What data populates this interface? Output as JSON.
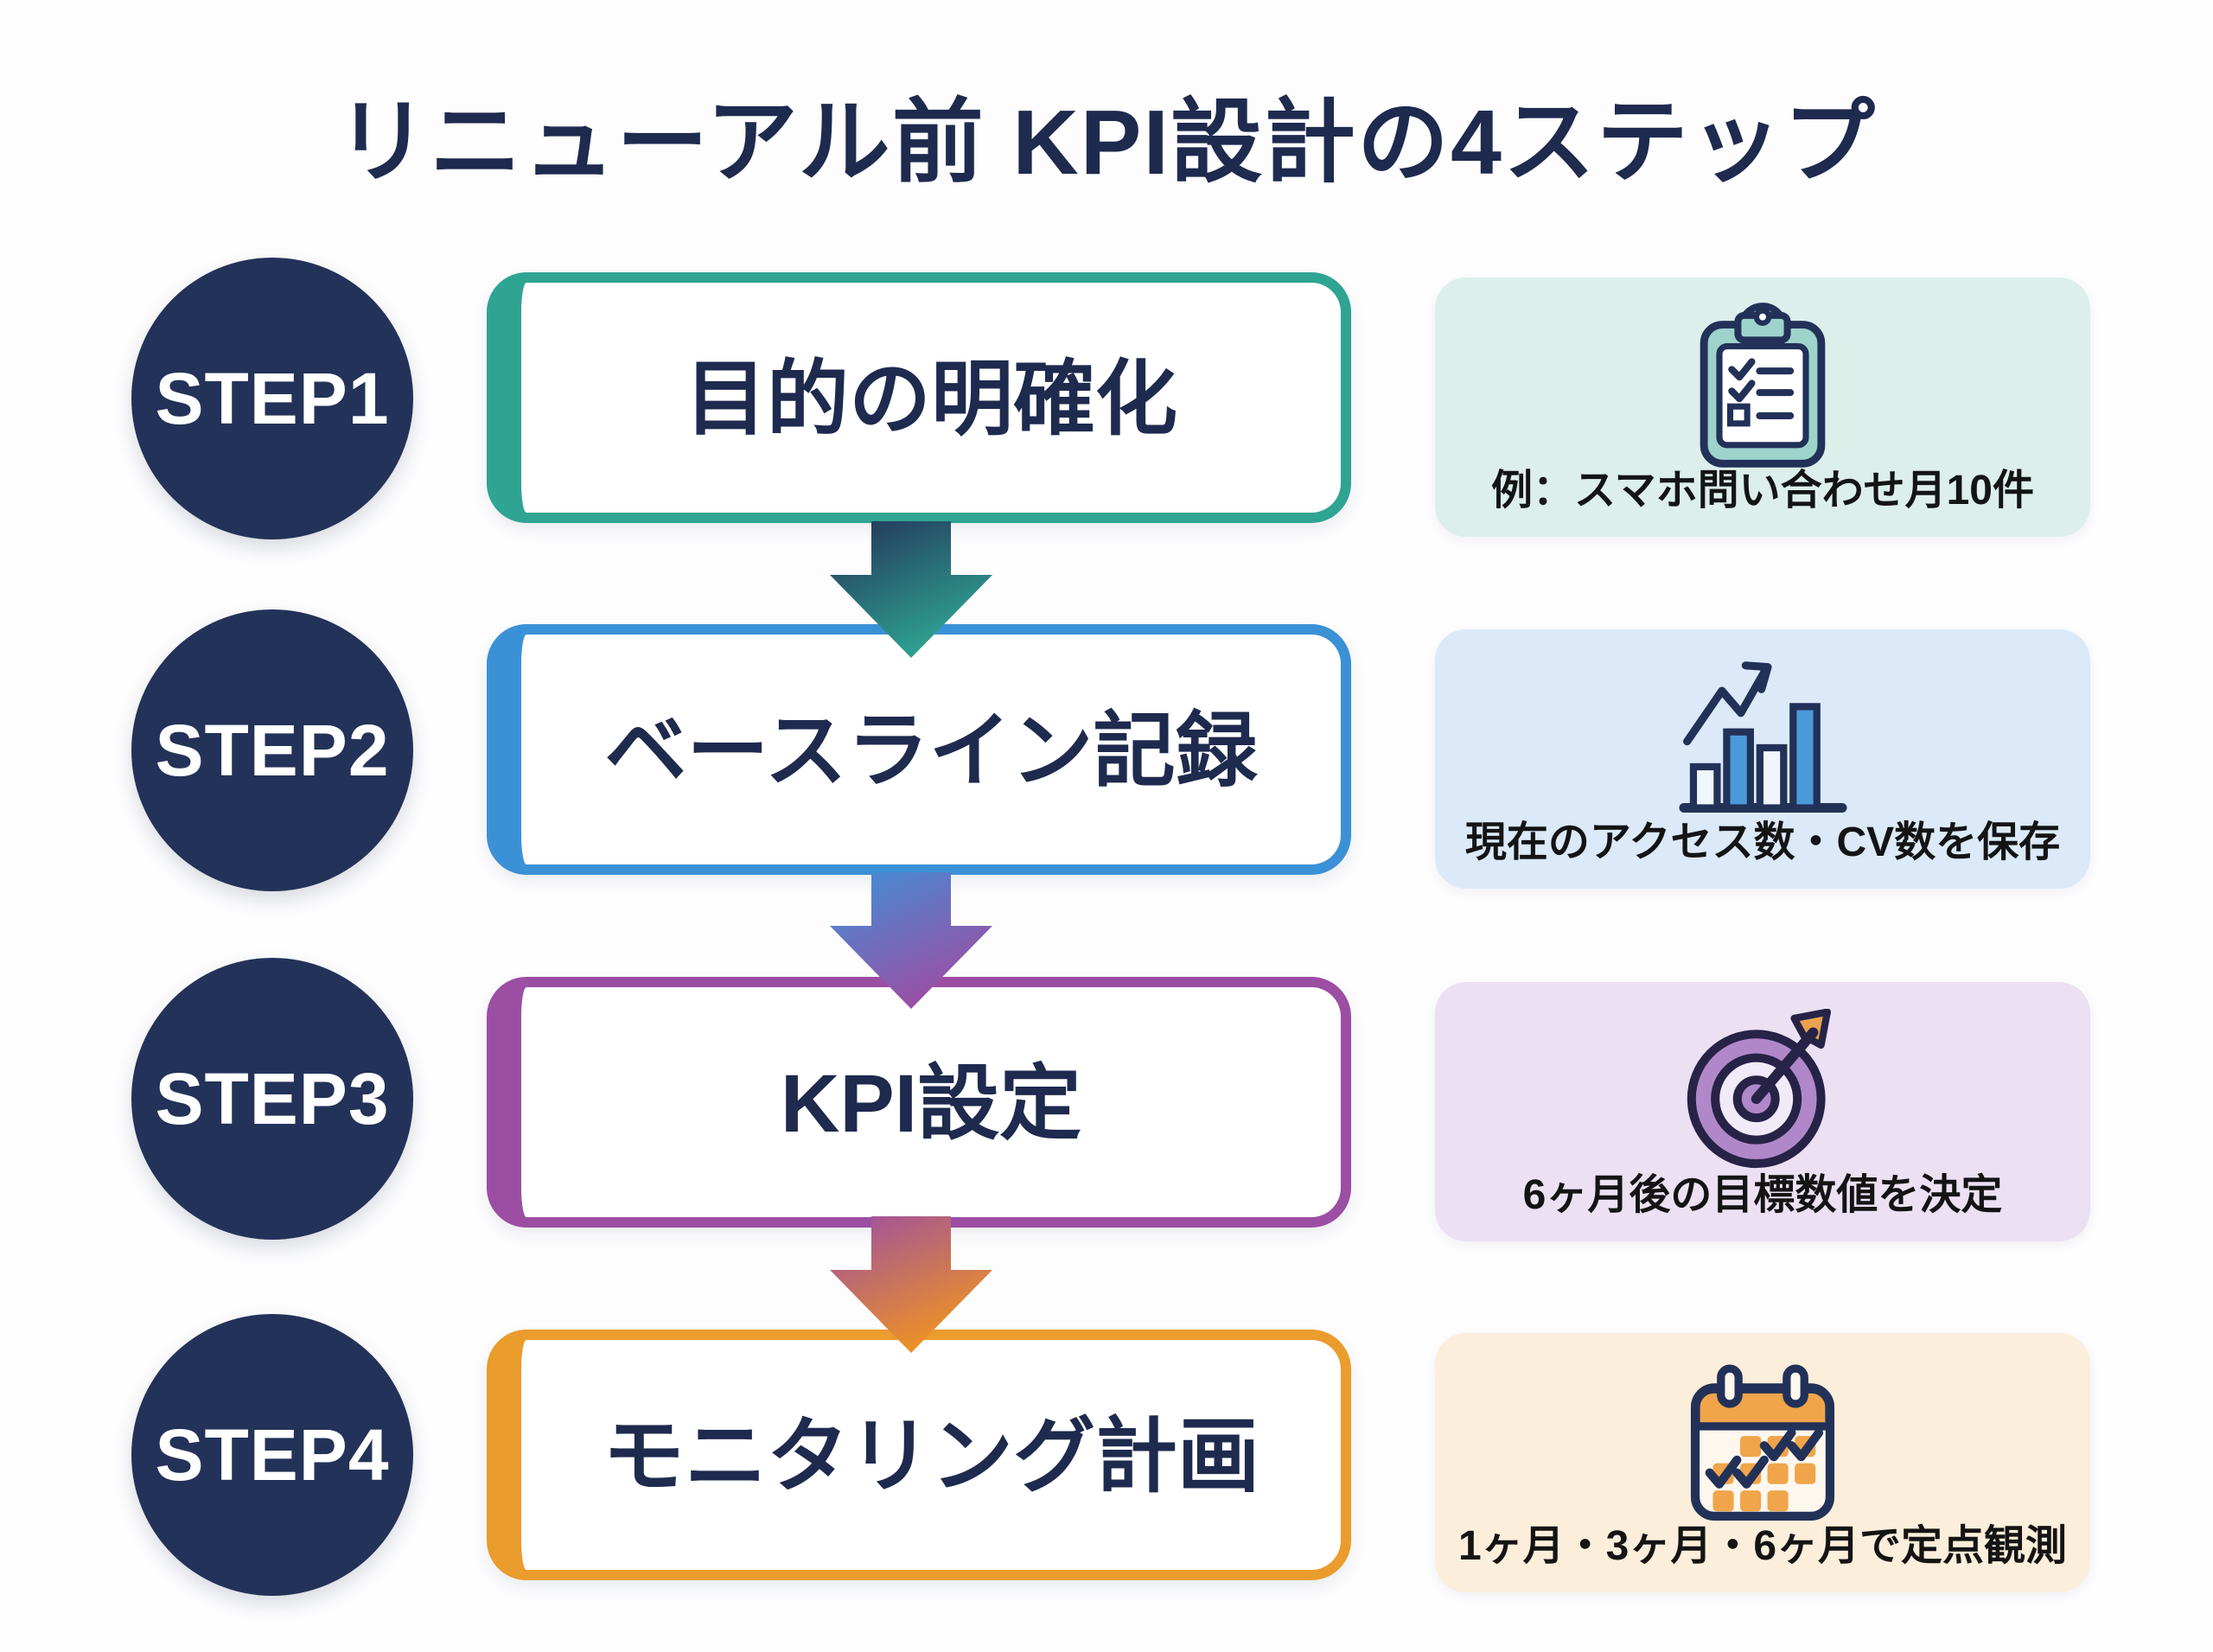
{
  "title": "リニューアル前 KPI設計の4ステップ",
  "colors": {
    "navy_text": "#1e2a4e",
    "badge_navy": "#233258",
    "background": "#fdfdfe",
    "caption_text": "#141414"
  },
  "steps": [
    {
      "badge": "STEP1",
      "box_label": "目的の明確化",
      "box_color": "#2fa492",
      "card_bg": "#dcefeb",
      "icon": "clipboard-checklist-icon",
      "icon_accent": "#9ed3cc",
      "caption": "例：スマホ問い合わせ月10件"
    },
    {
      "badge": "STEP2",
      "box_label": "ベースライン記録",
      "box_color": "#3b91d6",
      "card_bg": "#dbe9f8",
      "icon": "bar-chart-growth-icon",
      "icon_accent": "#4a9ad9",
      "caption": "現在のアクセス数・CV数を保存"
    },
    {
      "badge": "STEP3",
      "box_label": "KPI設定",
      "box_color": "#9c4ea3",
      "card_bg": "#ebe1f3",
      "icon": "target-arrow-icon",
      "icon_accent": "#b088c9",
      "caption": "6ヶ月後の目標数値を決定"
    },
    {
      "badge": "STEP4",
      "box_label": "モニタリング計画",
      "box_color": "#ea9c2d",
      "card_bg": "#fbeeda",
      "icon": "calendar-check-icon",
      "icon_accent": "#f0a54a",
      "caption": "1ヶ月・3ヶ月・6ヶ月で定点観測"
    }
  ],
  "arrows": [
    {
      "from": "#233258",
      "to": "#2fa492"
    },
    {
      "from": "#3f90d8",
      "to": "#9c4ea3"
    },
    {
      "from": "#9c4ea3",
      "to": "#ef9322"
    }
  ]
}
